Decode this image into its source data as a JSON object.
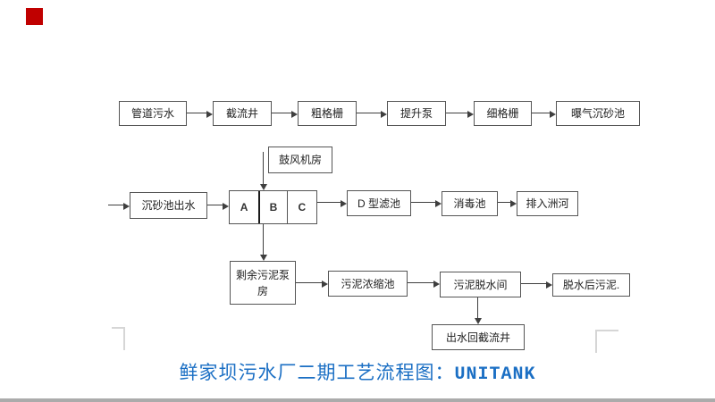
{
  "window": {
    "marker_color": "#c00000",
    "bottom_bar_color": "#ababab",
    "margin_mark_color": "#d6d6d6"
  },
  "flowchart": {
    "pretreatment": {
      "nodes": [
        "管道污水",
        "截流井",
        "粗格栅",
        "提升泵",
        "细格栅",
        "曝气沉砂池"
      ]
    },
    "blower_room_label": "鼓风机房",
    "main_line": {
      "inlet_label": "沉砂池出水",
      "unitank_cells": [
        "A",
        "B",
        "C"
      ],
      "filter_label": "D 型滤池",
      "disinfection_label": "消毒池",
      "outfall_label": "排入洲河"
    },
    "sludge_line": {
      "pump_house_label": "剩余污泥泵房",
      "thickener_label": "污泥浓缩池",
      "dewatering_label": "污泥脱水间",
      "dewatered_label": "脱水后污泥."
    },
    "return_label": "出水回截流井"
  },
  "caption": {
    "title_zh": "鲜家坝污水厂二期工艺流程图：",
    "title_en": "UNITANK",
    "color": "#1b6fc4"
  },
  "colors": {
    "box_border": "#555555",
    "arrow_line": "#3f3f3f",
    "box_text": "#222222",
    "unitank_thick_divider": "#1a1a1a"
  }
}
